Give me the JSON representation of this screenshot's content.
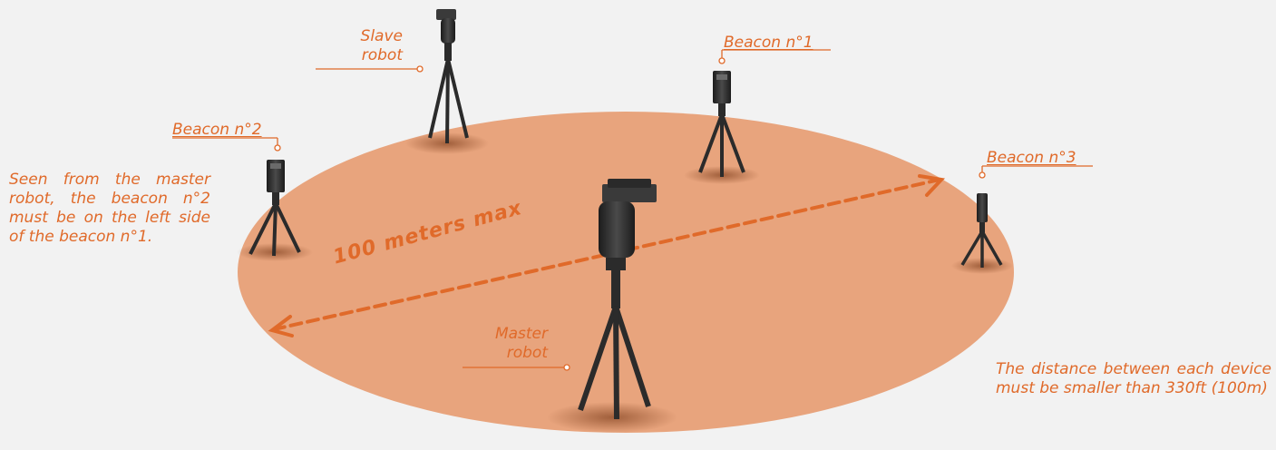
{
  "labels": {
    "slave_robot_line1": "Slave",
    "slave_robot_line2": "robot",
    "beacon1": "Beacon n°1",
    "beacon2": "Beacon n°2",
    "beacon3": "Beacon n°3",
    "master_robot_line1": "Master",
    "master_robot_line2": "robot",
    "distance": "100 meters max"
  },
  "notes": {
    "left": "Seen from the master robot, the beacon n°2 must be on the left side of the beacon n°1.",
    "right": "The distance between each device must be smaller than 330ft (100m)"
  },
  "colors": {
    "accent": "#e06a2a",
    "field": "#e8a47d",
    "background": "#f2f2f2",
    "device": "#2b2b2b"
  },
  "icons": {
    "slave_robot": "tripod-robot-icon",
    "master_robot": "tripod-robot-icon",
    "beacon": "tripod-beacon-icon"
  }
}
